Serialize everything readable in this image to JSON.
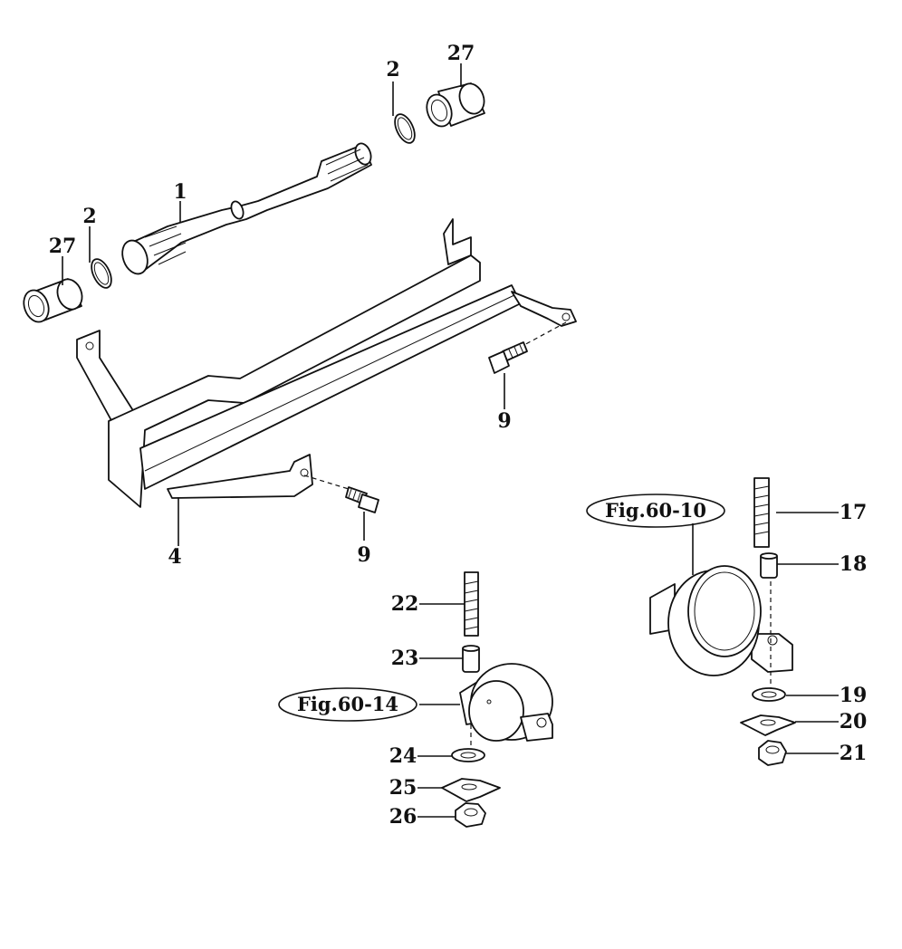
{
  "callouts": [
    {
      "id": "c1",
      "text": "1"
    },
    {
      "id": "c2a",
      "text": "2"
    },
    {
      "id": "c2b",
      "text": "2"
    },
    {
      "id": "c27a",
      "text": "27"
    },
    {
      "id": "c27b",
      "text": "27"
    },
    {
      "id": "c4",
      "text": "4"
    },
    {
      "id": "c9a",
      "text": "9"
    },
    {
      "id": "c9b",
      "text": "9"
    },
    {
      "id": "c17",
      "text": "17"
    },
    {
      "id": "c18",
      "text": "18"
    },
    {
      "id": "c19",
      "text": "19"
    },
    {
      "id": "c20",
      "text": "20"
    },
    {
      "id": "c21",
      "text": "21"
    },
    {
      "id": "c22",
      "text": "22"
    },
    {
      "id": "c23",
      "text": "23"
    },
    {
      "id": "c24",
      "text": "24"
    },
    {
      "id": "c25",
      "text": "25"
    },
    {
      "id": "c26",
      "text": "26"
    }
  ],
  "figure_refs": [
    {
      "id": "f10",
      "text": "Fig.60-10"
    },
    {
      "id": "f14",
      "text": "Fig.60-14"
    }
  ]
}
